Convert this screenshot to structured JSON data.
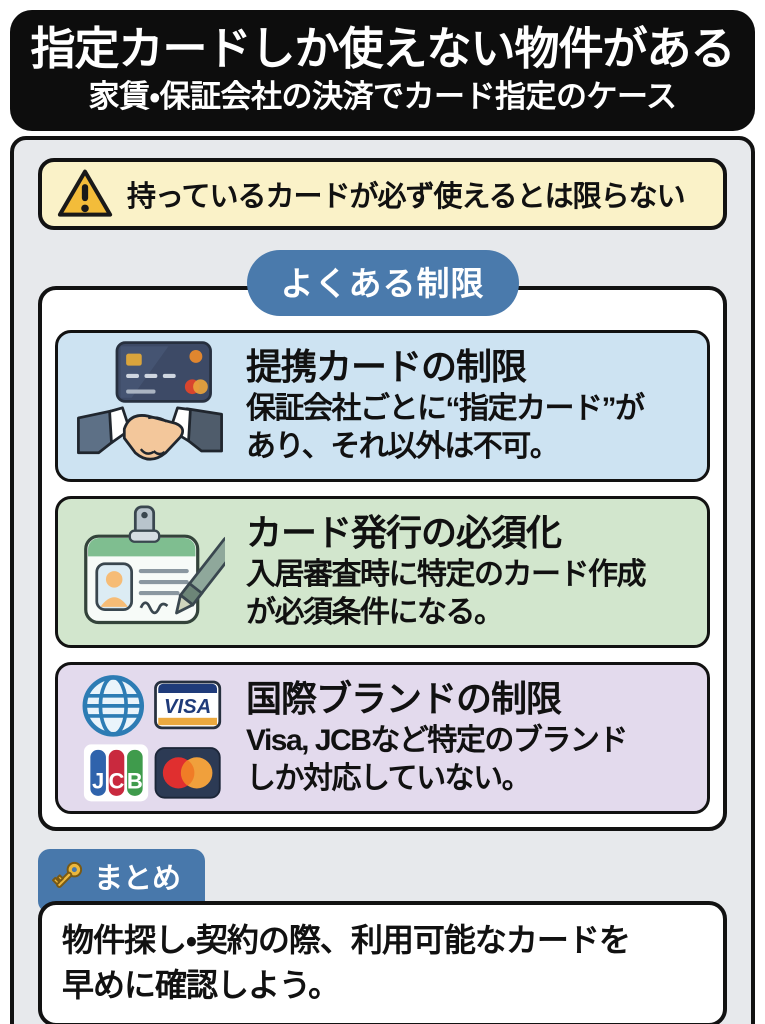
{
  "header": {
    "title": "指定カードしか使えない物件がある",
    "subtitle": "家賃・保証会社の決済でカード指定のケース"
  },
  "warning": {
    "icon": "warning-triangle-icon",
    "text": "持っているカードが必ず使えるとは限らない"
  },
  "section": {
    "pill_label": "よくある制限"
  },
  "cards": [
    {
      "icon": "credit-card-handshake-icon",
      "title": "提携カードの制限",
      "body": "保証会社ごとに“指定カード”が\nあり、それ以外は不可。",
      "bg": "#cde3f2"
    },
    {
      "icon": "id-card-pen-icon",
      "title": "カード発行の必須化",
      "body": "入居審査時に特定のカード作成\nが必須条件になる。",
      "bg": "#d2e6cd"
    },
    {
      "icon": "card-brands-icon",
      "title": "国際ブランドの制限",
      "body": "Visa, JCBなど特定のブランド\nしか対応していない。",
      "bg": "#e3daed",
      "brand_labels": [
        "VISA",
        "JCB"
      ]
    }
  ],
  "summary": {
    "tab_icon": "key-icon",
    "tab_label": "まとめ",
    "text": "物件探し・契約の際、利用可能なカードを\n早めに確認しよう。"
  },
  "colors": {
    "banner_bg": "#0d0d0d",
    "panel_bg": "#e7e9ec",
    "warning_bg": "#faf2c8",
    "accent_blue": "#4a7aac",
    "card_blue": "#cde3f2",
    "card_green": "#d2e6cd",
    "card_purple": "#e3daed"
  }
}
